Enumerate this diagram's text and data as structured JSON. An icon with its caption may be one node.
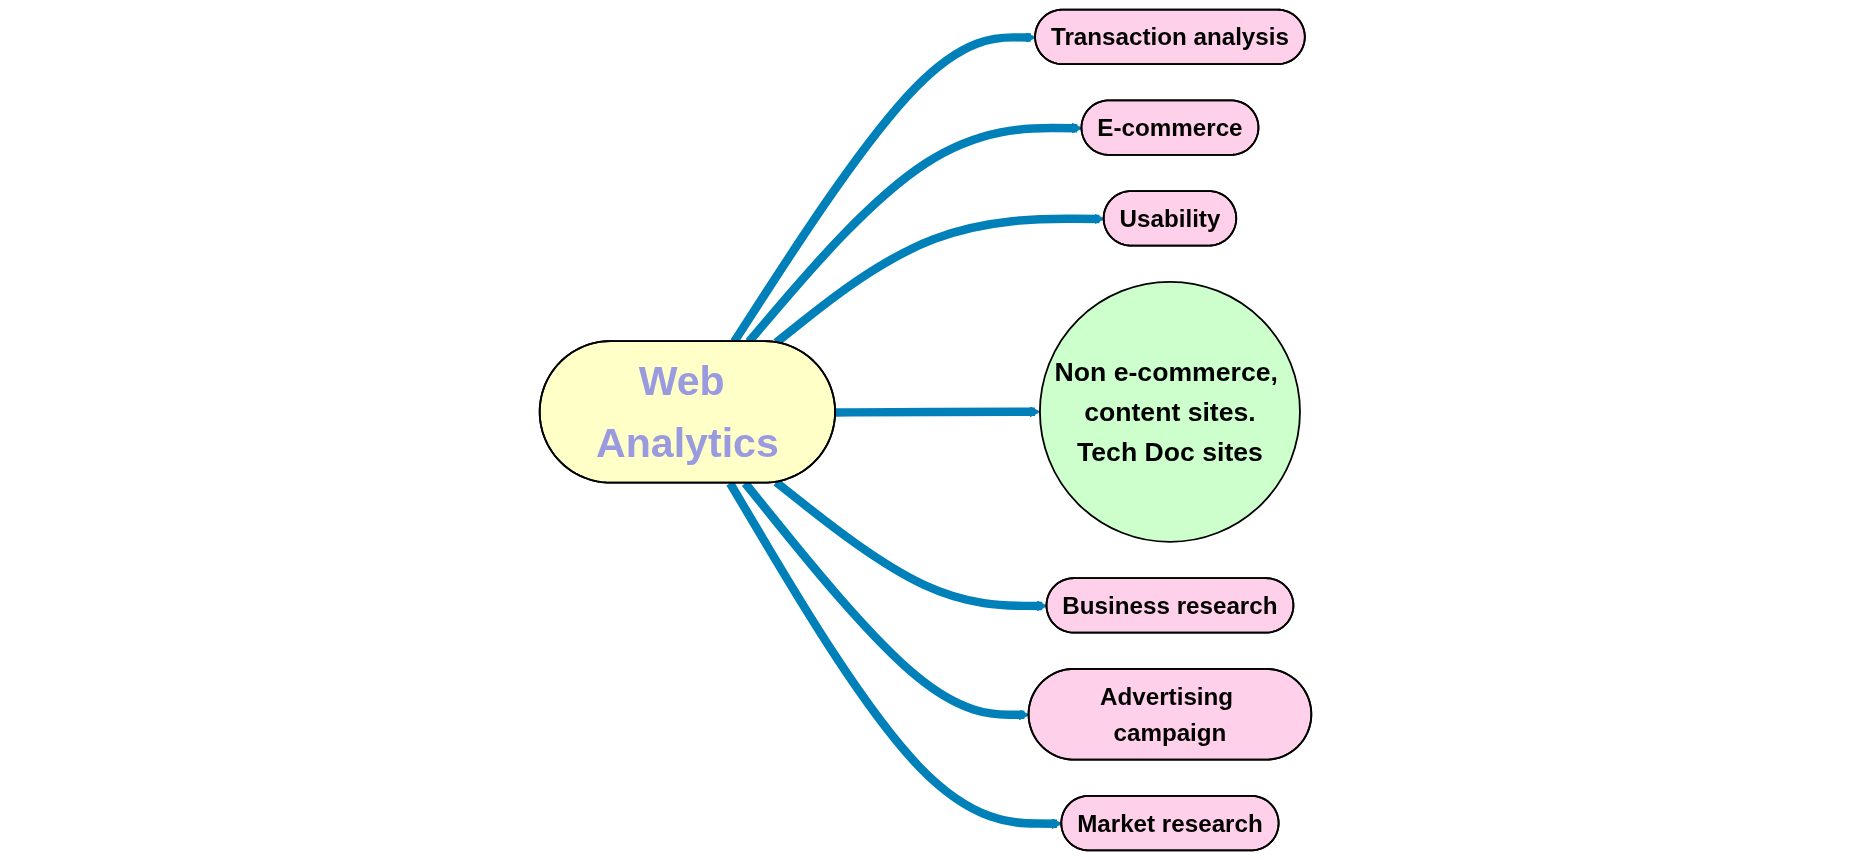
{
  "diagram": {
    "nodes": [
      {
        "text": [
          "Transaction analysis"
        ]
      },
      {
        "text": [
          "E-commerce"
        ]
      },
      {
        "text": [
          "Usability"
        ]
      },
      {
        "text": [
          "Non e-commerce, content sites.",
          "Tech Doc sites"
        ]
      },
      {
        "text": [
          "Web Analytics"
        ]
      },
      {
        "text": [
          "Business research"
        ]
      },
      {
        "text": [
          "Advertising campaign"
        ]
      },
      {
        "text": [
          "Market research"
        ]
      }
    ],
    "edges": [
      {
        "from": 4,
        "to": 0,
        "arrow": "to"
      },
      {
        "from": 4,
        "to": 1,
        "arrow": "to"
      },
      {
        "from": 4,
        "to": 2,
        "arrow": "to"
      },
      {
        "from": 4,
        "to": 3,
        "arrow": "to"
      },
      {
        "from": 4,
        "to": 5,
        "arrow": "to"
      },
      {
        "from": 4,
        "to": 6,
        "arrow": "to"
      },
      {
        "from": 4,
        "to": 7,
        "arrow": "to"
      }
    ]
  }
}
